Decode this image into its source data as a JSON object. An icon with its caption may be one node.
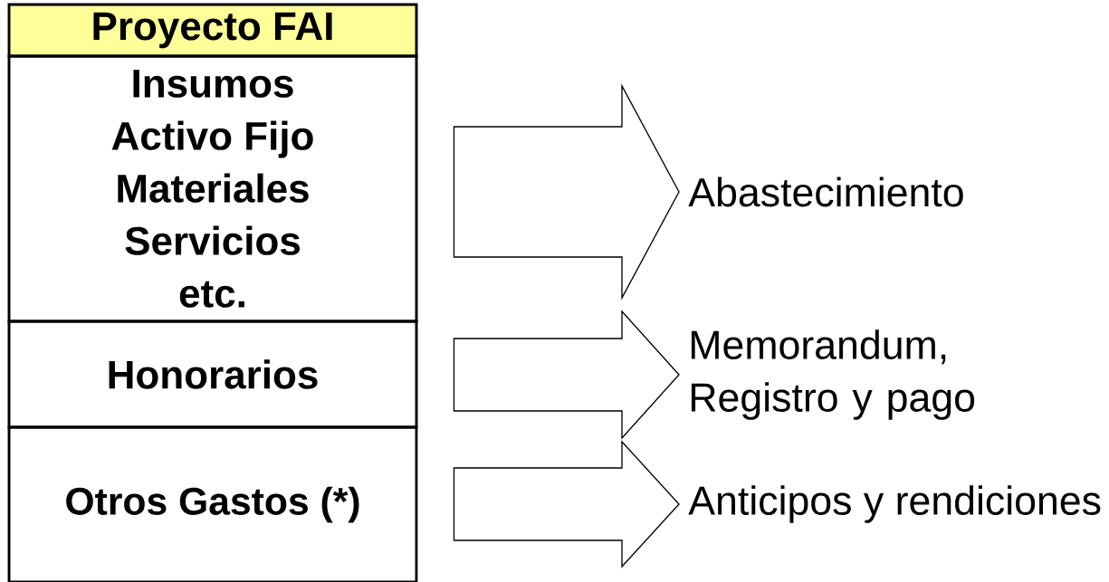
{
  "diagram": {
    "nodes": [
      {
        "text": [
          "Proyecto FAI"
        ]
      },
      {
        "text": [
          "Insumos",
          "Activo Fijo",
          "Materiales",
          "Servicios",
          "etc."
        ]
      },
      {
        "text": [
          "Honorarios"
        ]
      },
      {
        "text": [
          "Otros Gastos (*)"
        ]
      },
      {
        "text": [
          "Abastecimiento"
        ]
      },
      {
        "text": [
          "Memorandum, Registro y pago"
        ]
      },
      {
        "text": [
          "Anticipos y rendiciones"
        ]
      }
    ],
    "edges": [
      {
        "from": 1,
        "to": 4,
        "arrow": "to"
      },
      {
        "from": 2,
        "to": 5,
        "arrow": "to"
      },
      {
        "from": 3,
        "to": 6,
        "arrow": "to"
      }
    ]
  }
}
